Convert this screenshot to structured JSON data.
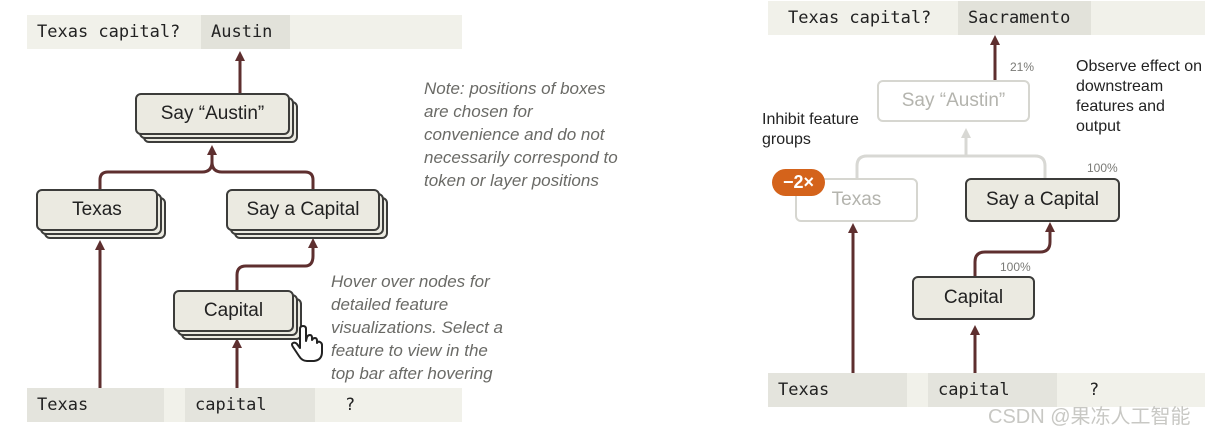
{
  "left": {
    "prompt": "Texas capital?",
    "answer": "Austin",
    "nodes": {
      "say_austin": "Say “Austin”",
      "texas": "Texas",
      "say_capital": "Say a Capital",
      "capital": "Capital"
    },
    "tokens": [
      "Texas",
      "capital",
      "?"
    ],
    "note_top": "Note: positions of boxes are chosen for convenience and do not necessarily correspond to token or layer positions",
    "note_hover": "Hover over nodes for detailed feature visualizations. Select a feature to view in the top bar after hovering"
  },
  "right": {
    "prompt": "Texas capital?",
    "answer": "Sacramento",
    "nodes": {
      "say_austin": "Say “Austin”",
      "texas": "Texas",
      "say_capital": "Say a Capital",
      "capital": "Capital"
    },
    "badge": "−2×",
    "percentages": {
      "say_austin": "21%",
      "say_capital": "100%",
      "capital": "100%"
    },
    "annotation_inhibit": "Inhibit feature groups",
    "annotation_observe": "Observe effect on downstream features and output",
    "tokens": [
      "Texas",
      "capital",
      "?"
    ]
  },
  "colors": {
    "arrow": "#5e2f2f",
    "faded_arrow": "#d8d8d4",
    "badge": "#d4631b",
    "node_fill": "#ebeae1"
  },
  "watermark": "CSDN @果冻人工智能"
}
